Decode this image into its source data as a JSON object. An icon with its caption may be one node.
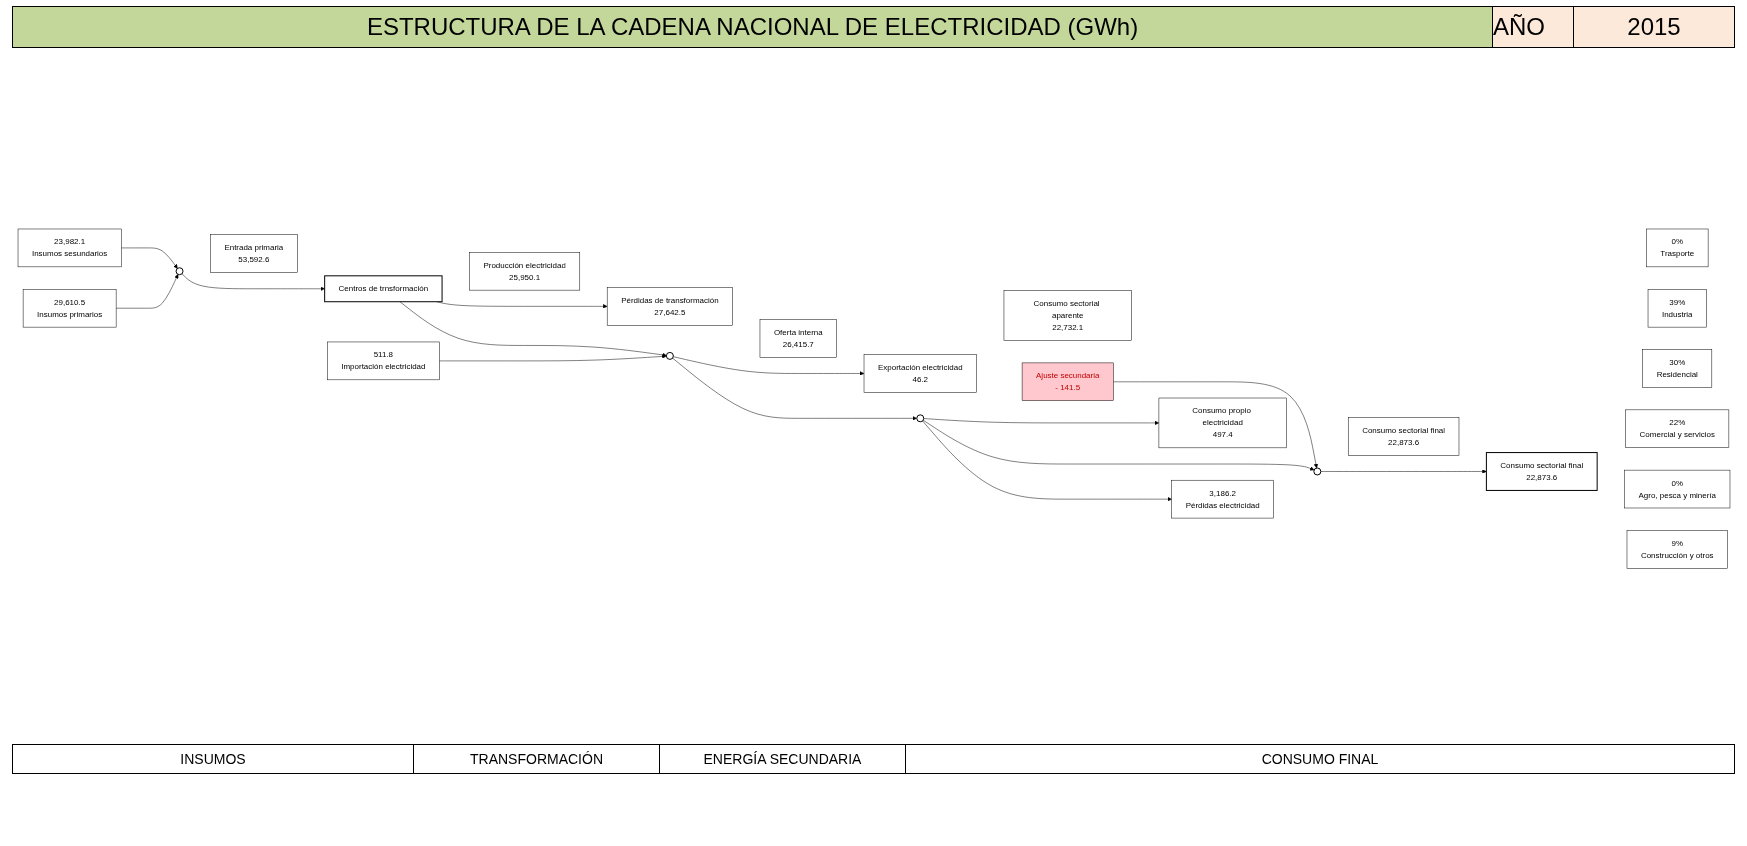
{
  "diagram": {
    "title": "ESTRUCTURA DE LA CADENA NACIONAL DE ELECTRICIDAD (GWh)",
    "nodes": [
      {
        "text": [
          "29,610.5",
          "Insumos primarios"
        ]
      },
      {
        "text": [
          "23,982.1",
          "Insumos sesundarios"
        ]
      },
      {
        "text": [],
        "shape": "circle"
      },
      {
        "text": [
          "Entrada primaria",
          "53,592.6"
        ]
      },
      {
        "text": [
          "Centros de trnsformación"
        ]
      },
      {
        "text": [
          "Producción electricidad",
          "25,950.1"
        ]
      },
      {
        "text": [
          "511.8",
          "Importación electricidad"
        ]
      },
      {
        "text": [],
        "shape": "circle"
      },
      {
        "text": [
          "Oferta interna",
          "26,415.7"
        ]
      },
      {
        "text": [
          "3,186.2",
          "Pérdidas electricidad"
        ]
      },
      {
        "text": [],
        "shape": "circle"
      },
      {
        "text": [
          "Consumo sectorial aparente",
          "22,732.1"
        ]
      },
      {
        "text": [],
        "shape": "circle"
      },
      {
        "text": [
          "Consumo sectorial final",
          "22,873.6"
        ]
      },
      {
        "text": [
          "Consumo sectorial final",
          "22,873.6"
        ]
      },
      {
        "text": [
          "Pérdidas de transformación",
          "27,642.5"
        ]
      },
      {
        "text": [
          "Exportación electricidad",
          "46.2"
        ]
      },
      {
        "text": [
          "Consumo propio electricidad",
          "497.4"
        ]
      },
      {
        "text": [
          "Ajuste secundaria",
          "- 141.5"
        ]
      },
      {
        "text": [
          "0%",
          "Trasporte"
        ]
      },
      {
        "text": [
          "39%",
          "Industria"
        ]
      },
      {
        "text": [
          "30%",
          "Residencial"
        ]
      },
      {
        "text": [
          "22%",
          "Comercial y servicios"
        ]
      },
      {
        "text": [
          "0%",
          "Agro, pesca y minería"
        ]
      },
      {
        "text": [
          "9%",
          "Construcción y otros"
        ]
      }
    ],
    "edges": [
      {
        "from": 0,
        "to": 2,
        "arrow": "to"
      },
      {
        "from": 1,
        "to": 2,
        "arrow": "to"
      },
      {
        "from": 2,
        "to": 4,
        "arrow": "to"
      },
      {
        "from": 4,
        "to": 7,
        "arrow": "to"
      },
      {
        "from": 6,
        "to": 7,
        "arrow": "to"
      },
      {
        "from": 7,
        "to": 10,
        "arrow": "to"
      },
      {
        "from": 10,
        "to": 9,
        "arrow": "to"
      },
      {
        "from": 10,
        "to": 12,
        "arrow": "to"
      },
      {
        "from": 12,
        "to": 14,
        "arrow": "to"
      },
      {
        "from": 4,
        "to": 15,
        "arrow": "to"
      },
      {
        "from": 7,
        "to": 16,
        "arrow": "to"
      },
      {
        "from": 10,
        "to": 17,
        "arrow": "to"
      },
      {
        "from": 18,
        "to": 12,
        "arrow": "to"
      }
    ],
    "labels": [
      "AÑO",
      "2015",
      "INSUMOS",
      "TRANSFORMACIÓN",
      "ENERGÍA SECUNDARIA",
      "CONSUMO FINAL"
    ]
  }
}
